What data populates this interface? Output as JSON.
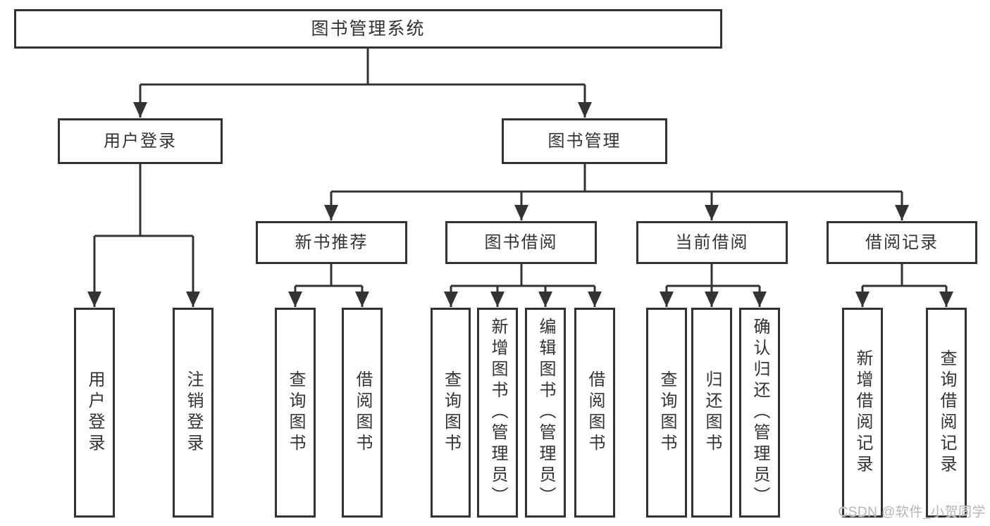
{
  "background": "#ffffff",
  "line_color": "#333333",
  "text_color": "#333333",
  "watermark_color": "#b5b5b5",
  "nodes": {
    "root": {
      "label": "图书管理系统"
    },
    "level2": [
      {
        "label": "用户登录"
      },
      {
        "label": "图书管理"
      }
    ],
    "level3": [
      {
        "label": "新书推荐",
        "parent": "图书管理"
      },
      {
        "label": "图书借阅",
        "parent": "图书管理"
      },
      {
        "label": "当前借阅",
        "parent": "图书管理"
      },
      {
        "label": "借阅记录",
        "parent": "图书管理"
      }
    ],
    "leaves": [
      {
        "label": "用户登录",
        "parent": "用户登录"
      },
      {
        "label": "注销登录",
        "parent": "用户登录"
      },
      {
        "label": "查询图书",
        "parent": "新书推荐"
      },
      {
        "label": "借阅图书",
        "parent": "新书推荐"
      },
      {
        "label": "查询图书",
        "parent": "图书借阅"
      },
      {
        "label": "新增图书（管理员）",
        "parent": "图书借阅"
      },
      {
        "label": "编辑图书（管理员）",
        "parent": "图书借阅"
      },
      {
        "label": "借阅图书",
        "parent": "图书借阅"
      },
      {
        "label": "查询图书",
        "parent": "当前借阅"
      },
      {
        "label": "归还图书",
        "parent": "当前借阅"
      },
      {
        "label": "确认归还（管理员）",
        "parent": "当前借阅"
      },
      {
        "label": "新增借阅记录",
        "parent": "借阅记录"
      },
      {
        "label": "查询借阅记录",
        "parent": "借阅记录"
      }
    ]
  },
  "watermark": "CSDN @软件_小贺同学"
}
